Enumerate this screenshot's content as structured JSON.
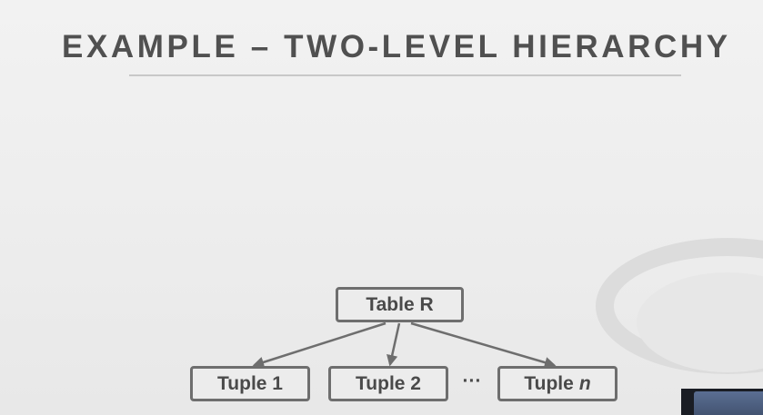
{
  "slide": {
    "title": "EXAMPLE – TWO-LEVEL HIERARCHY"
  },
  "diagram": {
    "root": {
      "label": "Table R"
    },
    "children": [
      {
        "label": "Tuple 1",
        "variable": ""
      },
      {
        "label": "Tuple 2",
        "variable": ""
      },
      {
        "label": "Tuple",
        "variable": "n"
      }
    ],
    "ellipsis": "···"
  },
  "colors": {
    "title": "#505050",
    "node_border": "#6e6e6e",
    "node_text": "#4a4a4a",
    "edge": "#6e6e6e",
    "background": "#ececec"
  }
}
